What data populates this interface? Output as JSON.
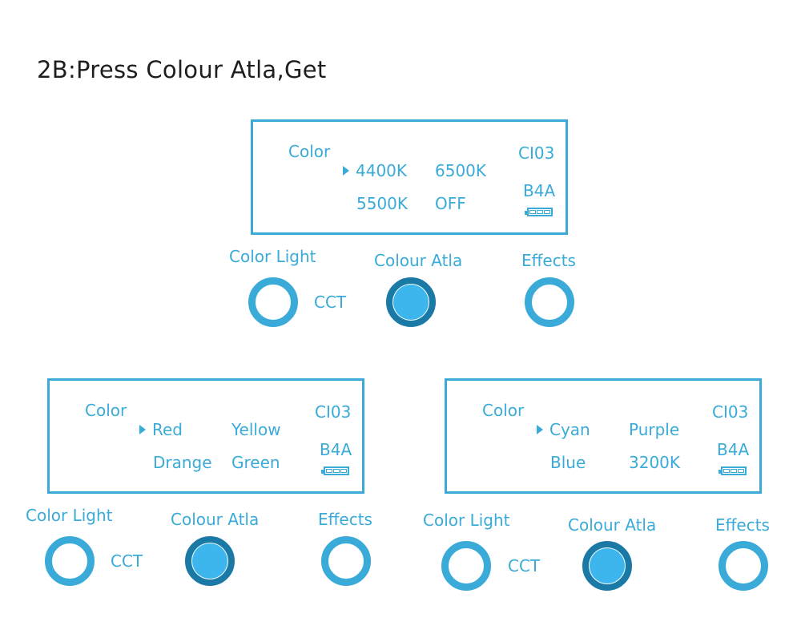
{
  "title": "2B:Press Colour Atla,Get",
  "colors": {
    "accent": "#3aabd8",
    "active_ring": "#1b79a6",
    "active_fill": "#3db6ee"
  },
  "panels": [
    {
      "display": {
        "mode_label": "Color",
        "code": "CI03",
        "battery_label": "B4A",
        "options": [
          "4400K",
          "6500K",
          "5500K",
          "OFF"
        ],
        "selected_index": 0
      },
      "controls": {
        "color_light_label": "Color Light",
        "cct_label": "CCT",
        "colour_atla_label": "Colour Atla",
        "effects_label": "Effects",
        "active": "colour-atla"
      }
    },
    {
      "display": {
        "mode_label": "Color",
        "code": "CI03",
        "battery_label": "B4A",
        "options": [
          "Red",
          "Yellow",
          "Drange",
          "Green"
        ],
        "selected_index": 0
      },
      "controls": {
        "color_light_label": "Color Light",
        "cct_label": "CCT",
        "colour_atla_label": "Colour Atla",
        "effects_label": "Effects",
        "active": "colour-atla"
      }
    },
    {
      "display": {
        "mode_label": "Color",
        "code": "CI03",
        "battery_label": "B4A",
        "options": [
          "Cyan",
          "Purple",
          "Blue",
          "3200K"
        ],
        "selected_index": 0
      },
      "controls": {
        "color_light_label": "Color Light",
        "cct_label": "CCT",
        "colour_atla_label": "Colour Atla",
        "effects_label": "Effects",
        "active": "colour-atla"
      }
    }
  ]
}
